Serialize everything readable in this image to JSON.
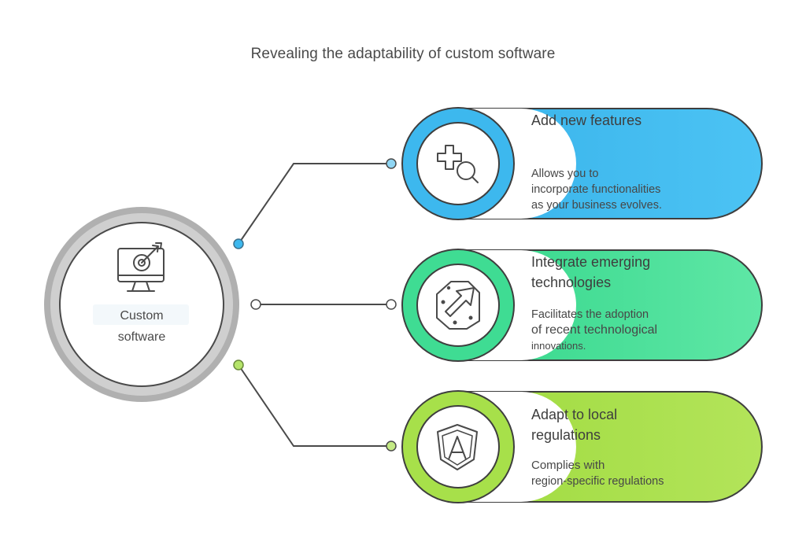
{
  "title": "Revealing the adaptability of custom software",
  "center": {
    "line1": "Custom",
    "line2": "software",
    "icon": "monitor-target-icon"
  },
  "items": [
    {
      "title_lines": [
        "Add new features"
      ],
      "desc_lines": [
        "Allows you to",
        "incorporate functionalities",
        "as your business evolves."
      ],
      "icon": "plus-magnifier-icon",
      "color": "#3db8ee"
    },
    {
      "title_lines": [
        "Integrate emerging",
        "technologies"
      ],
      "desc_lines": [
        "Facilitates the adoption",
        "of recent technological",
        "innovations."
      ],
      "icon": "upgrade-arrow-icon",
      "color": "#3fdc93"
    },
    {
      "title_lines": [
        "Adapt to local",
        "regulations"
      ],
      "desc_lines": [
        "Complies with",
        "region-specific regulations"
      ],
      "icon": "angular-shield-icon",
      "color": "#a7e04a"
    }
  ],
  "colors": {
    "blue": "#3db8ee",
    "green": "#3fdc93",
    "lime": "#a7e04a",
    "ring": "#a8a8a8",
    "line": "#4a4a4a"
  }
}
